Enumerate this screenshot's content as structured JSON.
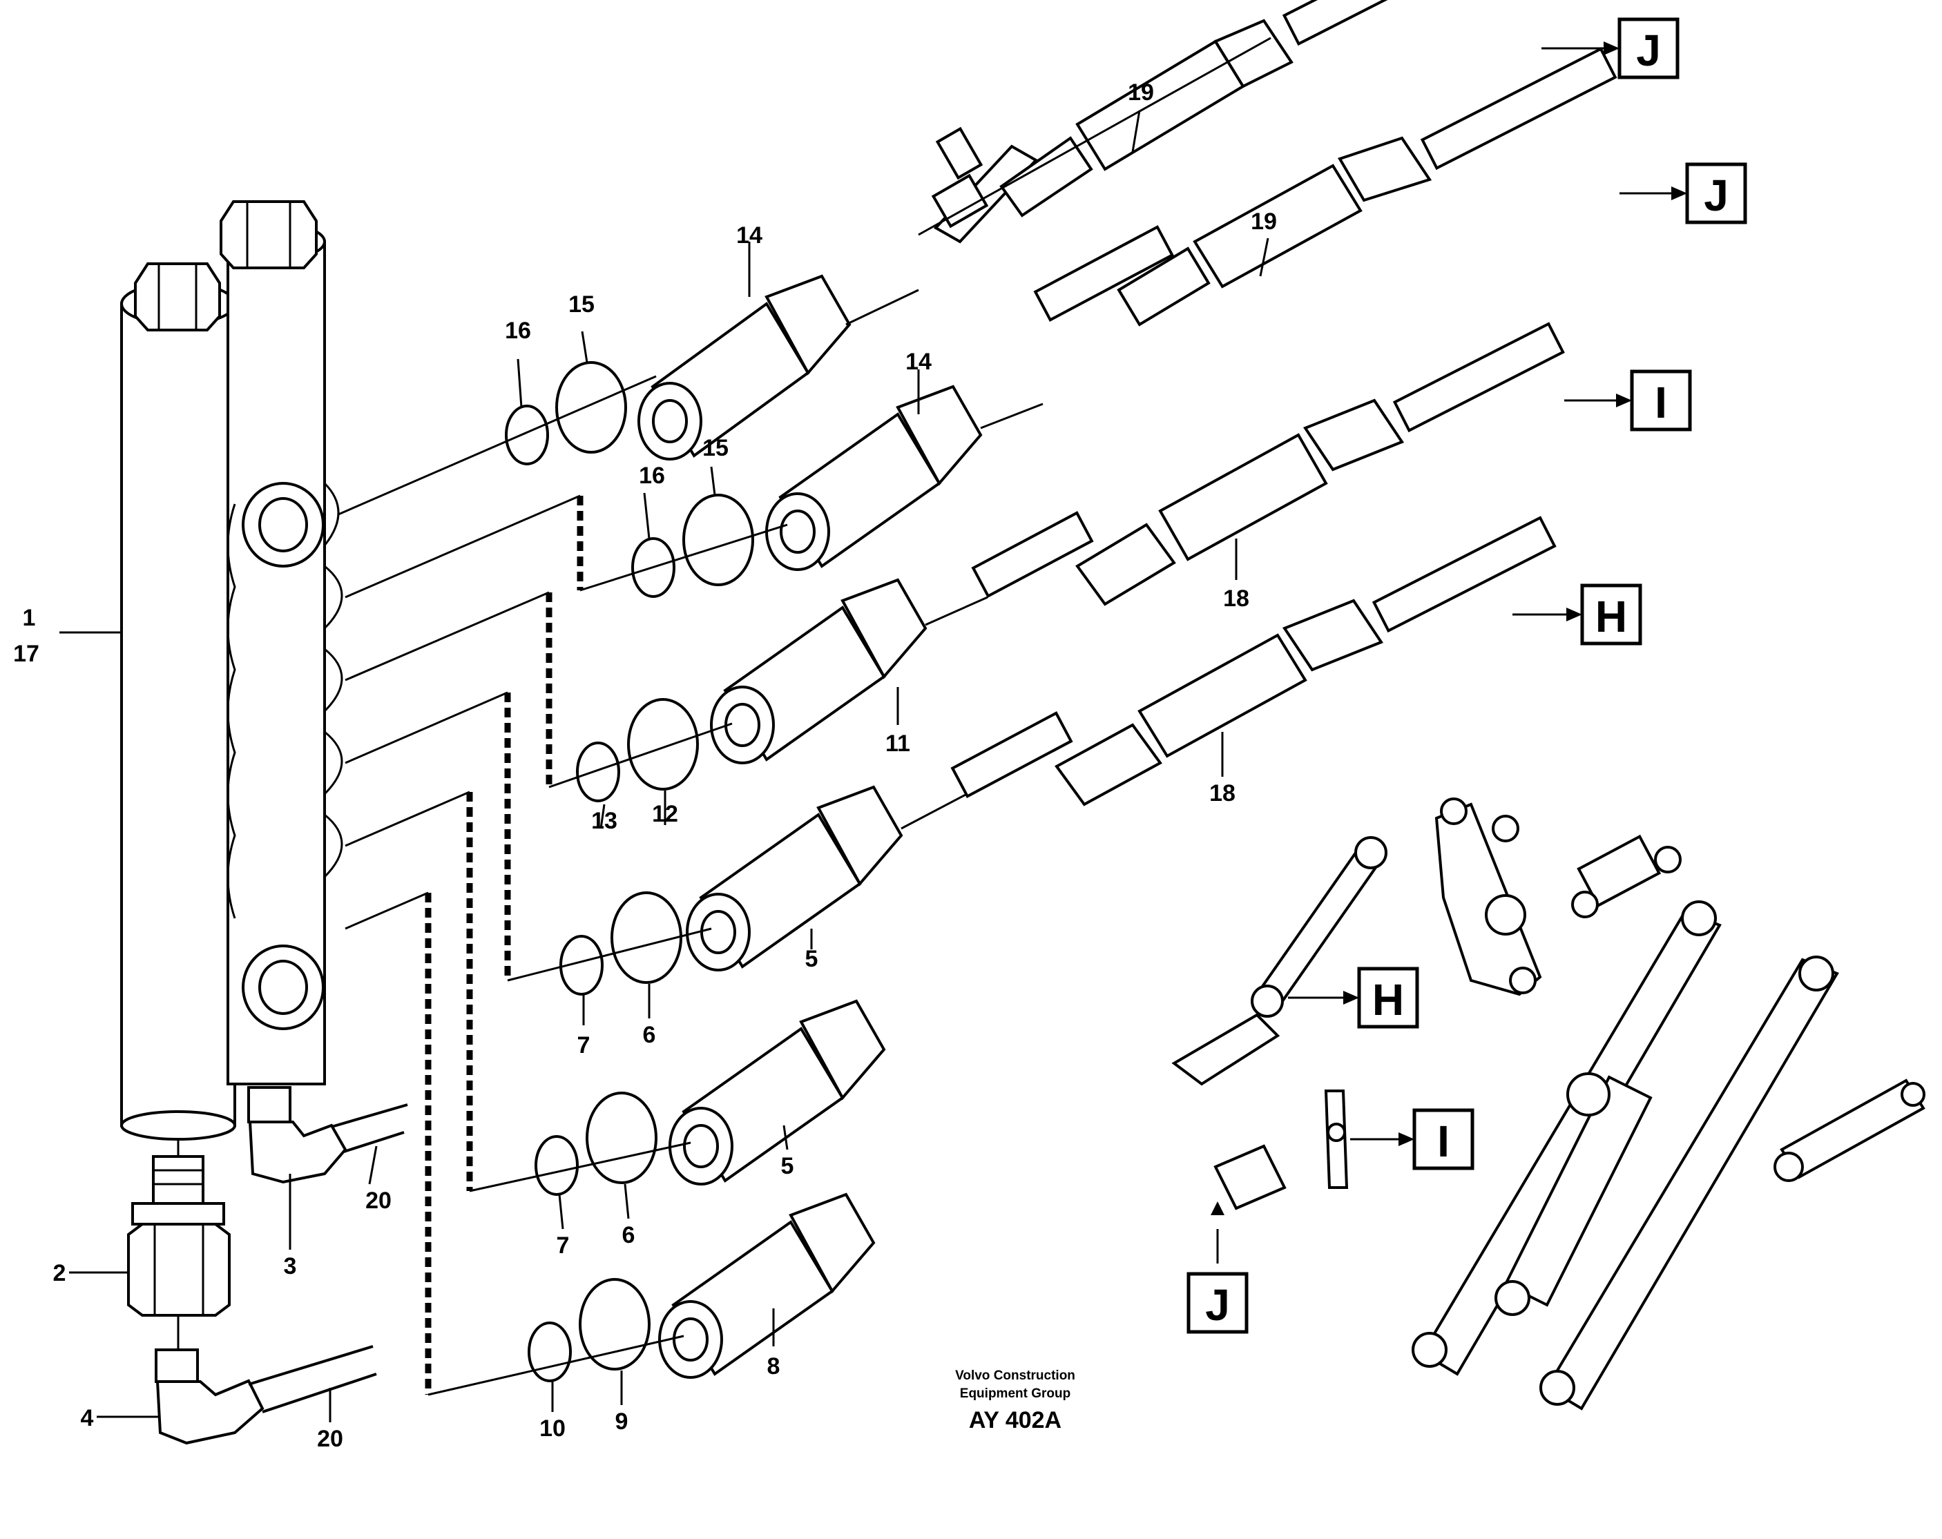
{
  "callouts": {
    "p1": "1",
    "p17": "17",
    "p2": "2",
    "p3": "3",
    "p4": "4",
    "p5a": "5",
    "p5b": "5",
    "p6a": "6",
    "p6b": "6",
    "p7a": "7",
    "p7b": "7",
    "p8": "8",
    "p9": "9",
    "p10": "10",
    "p11": "11",
    "p12": "12",
    "p13": "13",
    "p14a": "14",
    "p14b": "14",
    "p15a": "15",
    "p15b": "15",
    "p16a": "16",
    "p16b": "16",
    "p18a": "18",
    "p18b": "18",
    "p19a": "19",
    "p19b": "19",
    "p20a": "20",
    "p20b": "20"
  },
  "connection_markers": {
    "j_top": "J",
    "j_second": "J",
    "i_third": "I",
    "h_fourth": "H",
    "h_detail": "H",
    "i_detail": "I",
    "j_detail": "J"
  },
  "credit": {
    "line1": "Volvo Construction",
    "line2": "Equipment Group",
    "code": "AY 402A"
  }
}
